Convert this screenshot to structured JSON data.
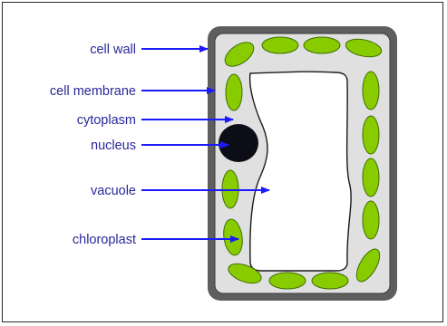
{
  "diagram": {
    "labels": {
      "cell_wall": "cell wall",
      "cell_membrane": "cell membrane",
      "cytoplasm": "cytoplasm",
      "nucleus": "nucleus",
      "vacuole": "vacuole",
      "chloroplast": "chloroplast"
    }
  },
  "colors": {
    "label_text": "#28289a",
    "arrow": "#1a1aff",
    "cell_wall": "#5e5e5e",
    "cytoplasm": "#e0e0e0",
    "chloroplast_fill": "#88cc00",
    "chloroplast_stroke": "#3f6f00",
    "nucleus": "#0d0d17",
    "vacuole": "#ffffff",
    "frame": "#2a2a2a"
  }
}
